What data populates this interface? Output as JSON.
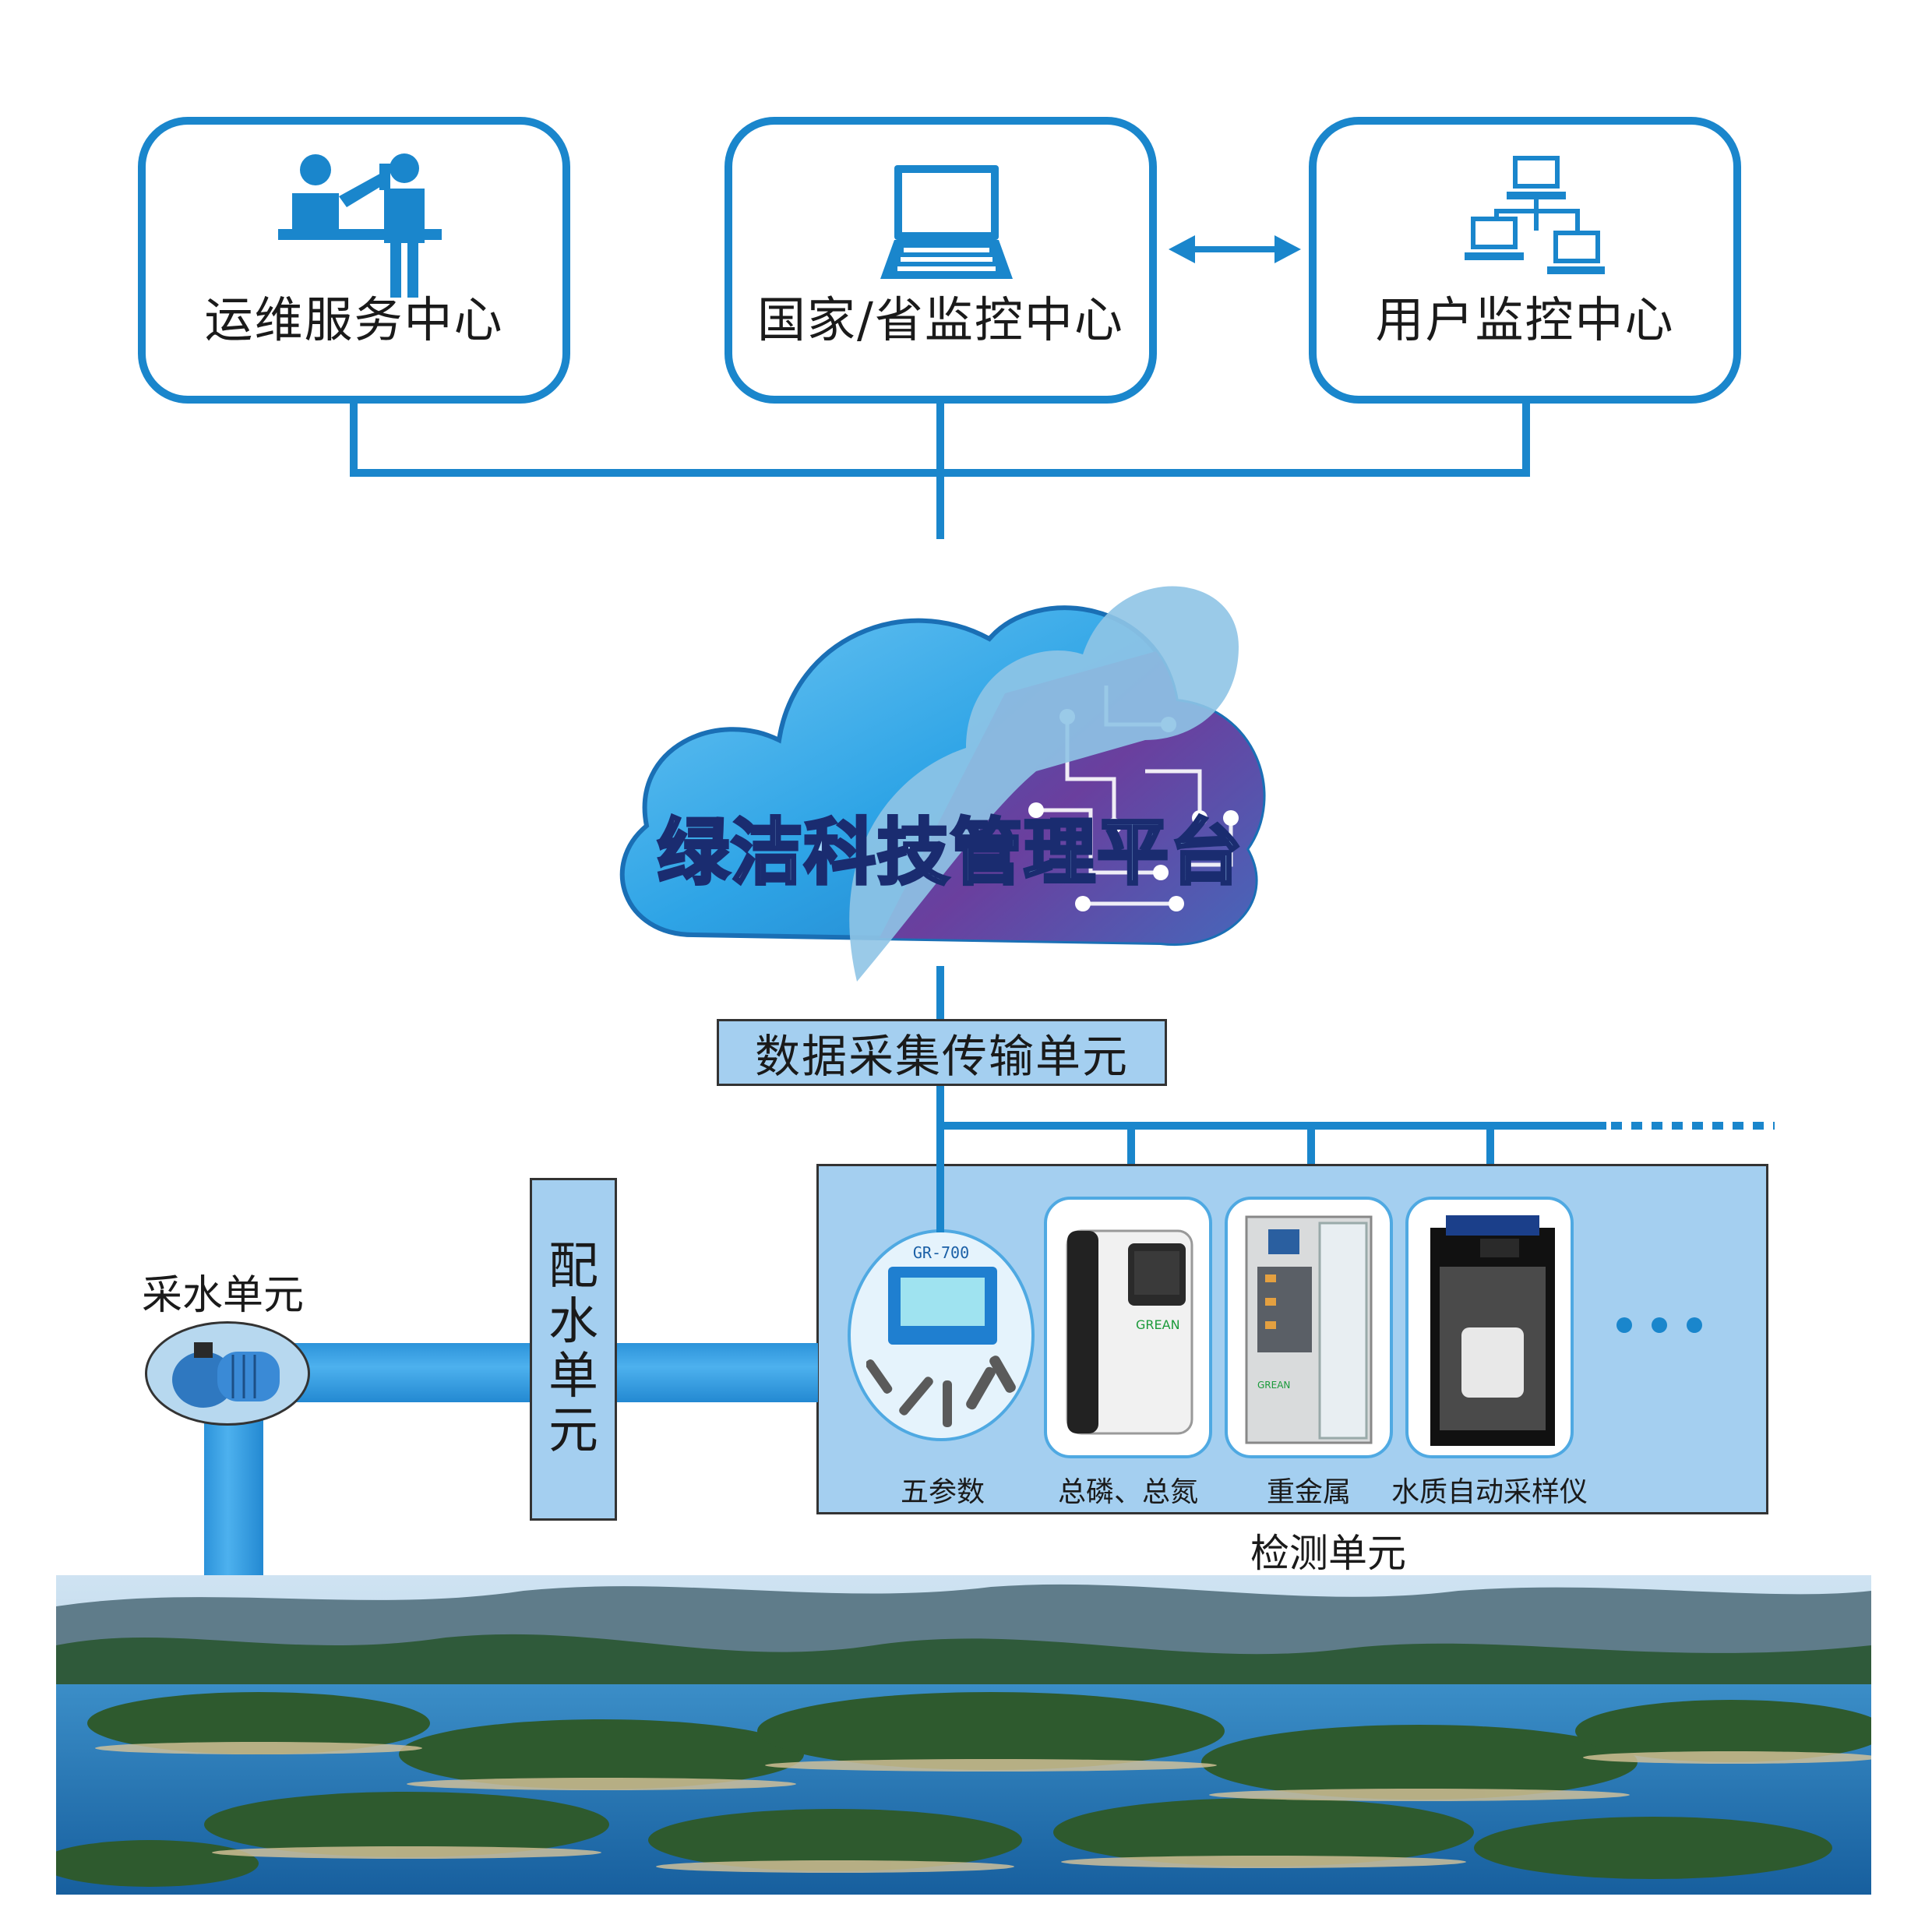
{
  "centers": [
    {
      "label": "运维服务中心",
      "icon": "service-staff-icon"
    },
    {
      "label": "国家/省监控中心",
      "icon": "laptop-icon"
    },
    {
      "label": "用户监控中心",
      "icon": "network-computers-icon"
    }
  ],
  "platform": {
    "label": "绿洁科技管理平台"
  },
  "dtu": {
    "label": "数据采集传输单元"
  },
  "peishui": {
    "chars": [
      "配",
      "水",
      "单",
      "元"
    ]
  },
  "caishui": {
    "label": "采水单元"
  },
  "detection": {
    "label": "检测单元",
    "devices": [
      {
        "label": "五参数",
        "model": "GR-700"
      },
      {
        "label": "总磷、总氮",
        "brand": "GREAN"
      },
      {
        "label": "重金属",
        "brand": "GREAN"
      },
      {
        "label": "水质自动采样仪"
      }
    ]
  },
  "colors": {
    "primary": "#1a86cc",
    "panel": "#a4cff0",
    "card_border": "#4fa9e2",
    "pipe": "#3aa2e6"
  }
}
